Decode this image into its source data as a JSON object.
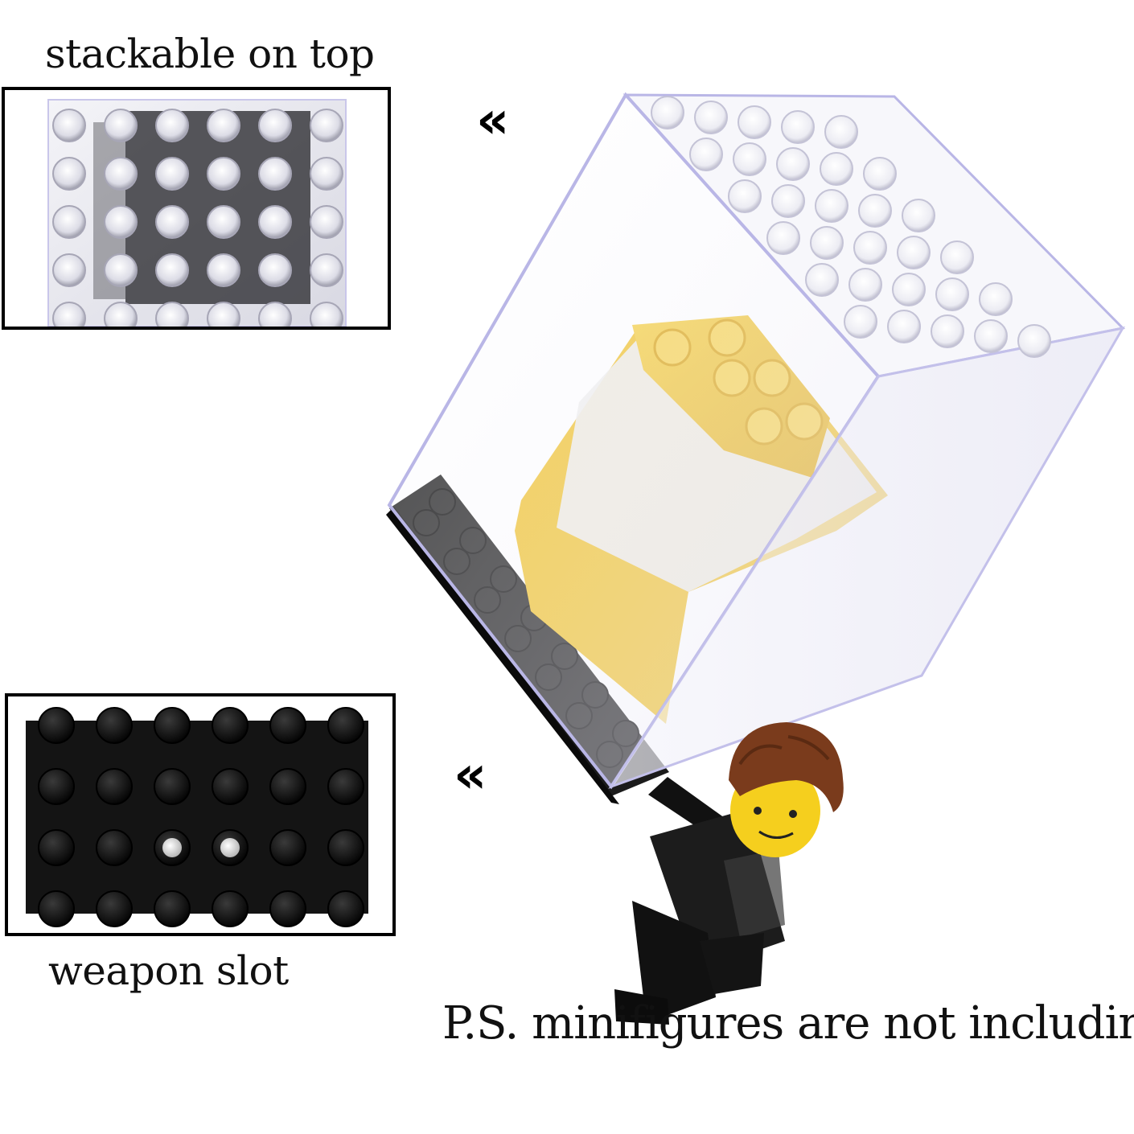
{
  "labels": {
    "stackable": "stackable on top",
    "weapon": "weapon slot",
    "note": "P.S. minifigures are not including"
  },
  "arrows": {
    "glyph": "«"
  },
  "colors": {
    "frame_border": "#000000",
    "case_edge": "#b9b6e6",
    "brick_yellow": "#f2c62f",
    "base_black": "#1a1a1a",
    "minifig_skin": "#f5cf1e",
    "minifig_hair": "#7a3b1c"
  },
  "icons": {
    "arrow": "double-chevron-left-icon"
  }
}
